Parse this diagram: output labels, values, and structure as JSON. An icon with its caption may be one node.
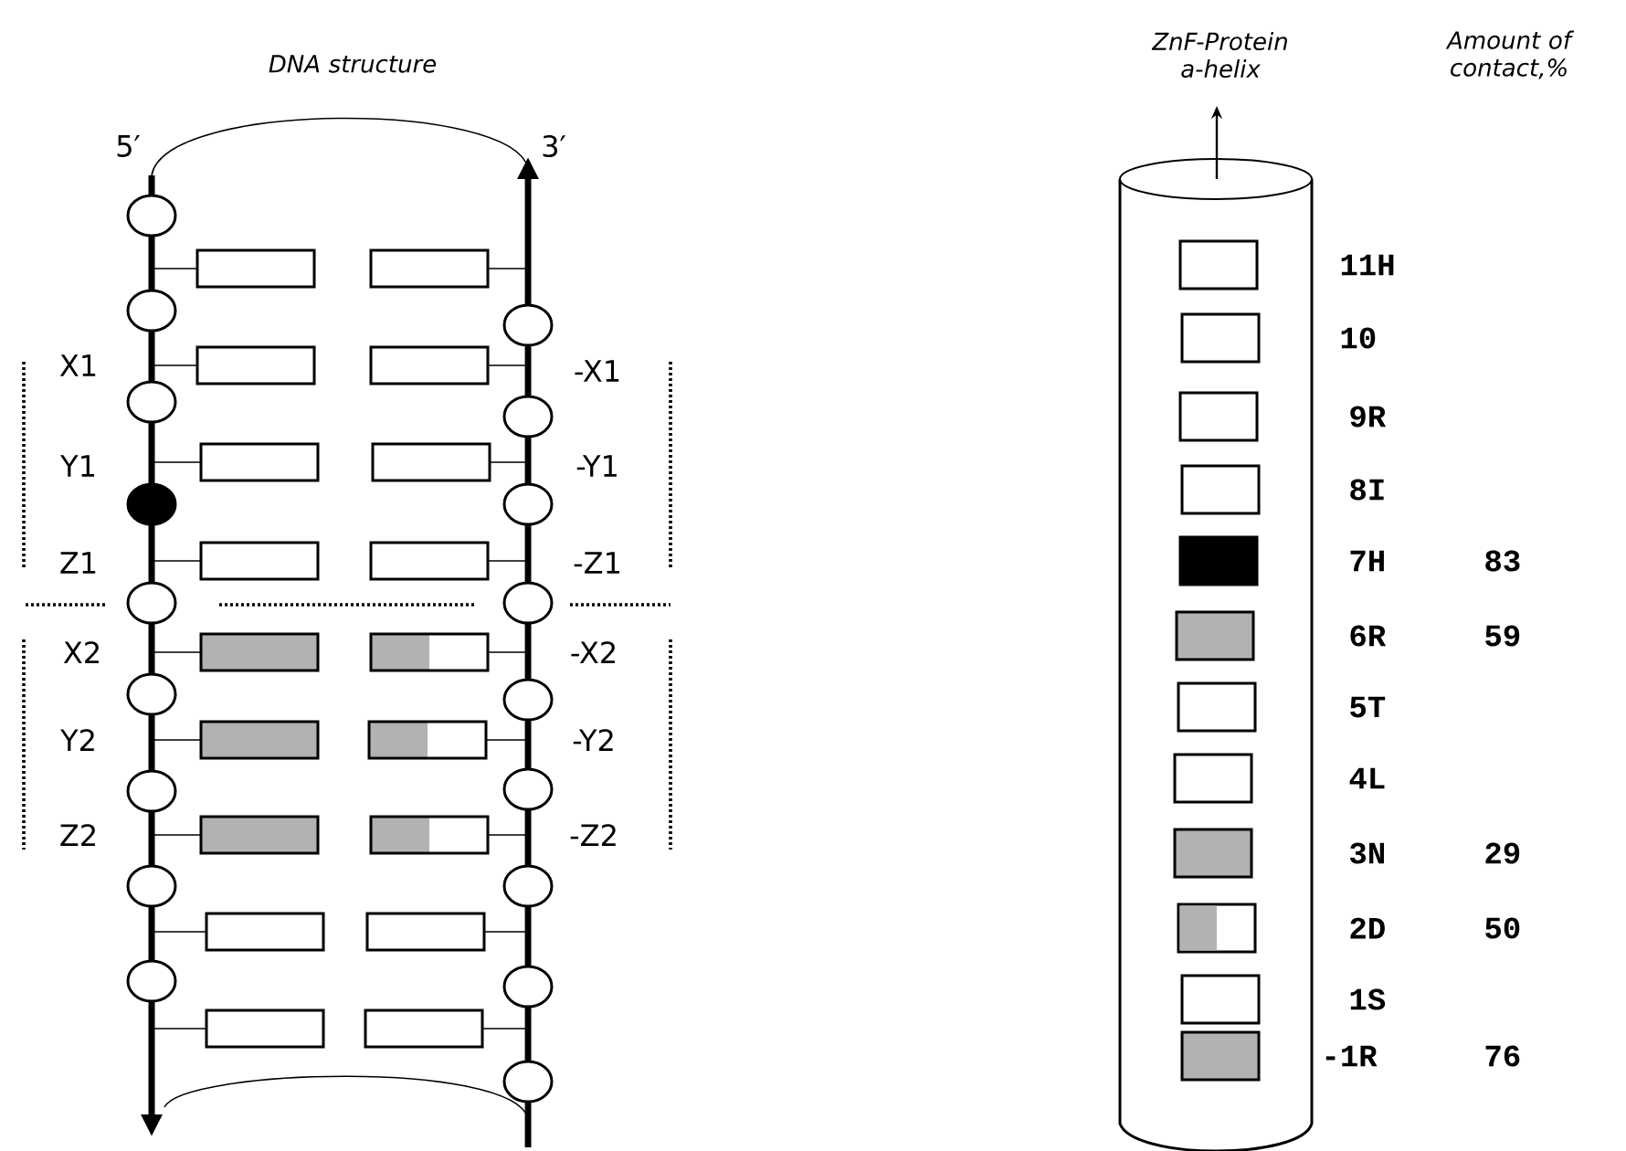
{
  "diagram": {
    "labels": [
      "DNA structure",
      "ZnF-Protein a-helix",
      "Amount of contact,%",
      "5′",
      "3′",
      "X1",
      "-X1",
      "Y1",
      "-Y1",
      "Z1",
      "-Z1",
      "X2",
      "-X2",
      "Y2",
      "-Y2",
      "Z2",
      "-Z2",
      "11H",
      "10",
      "9R",
      "8I",
      "7H",
      "83",
      "6R",
      "59",
      "5T",
      "4L",
      "3N",
      "29",
      "2D",
      "50",
      "1S",
      "-1R",
      "76"
    ]
  }
}
